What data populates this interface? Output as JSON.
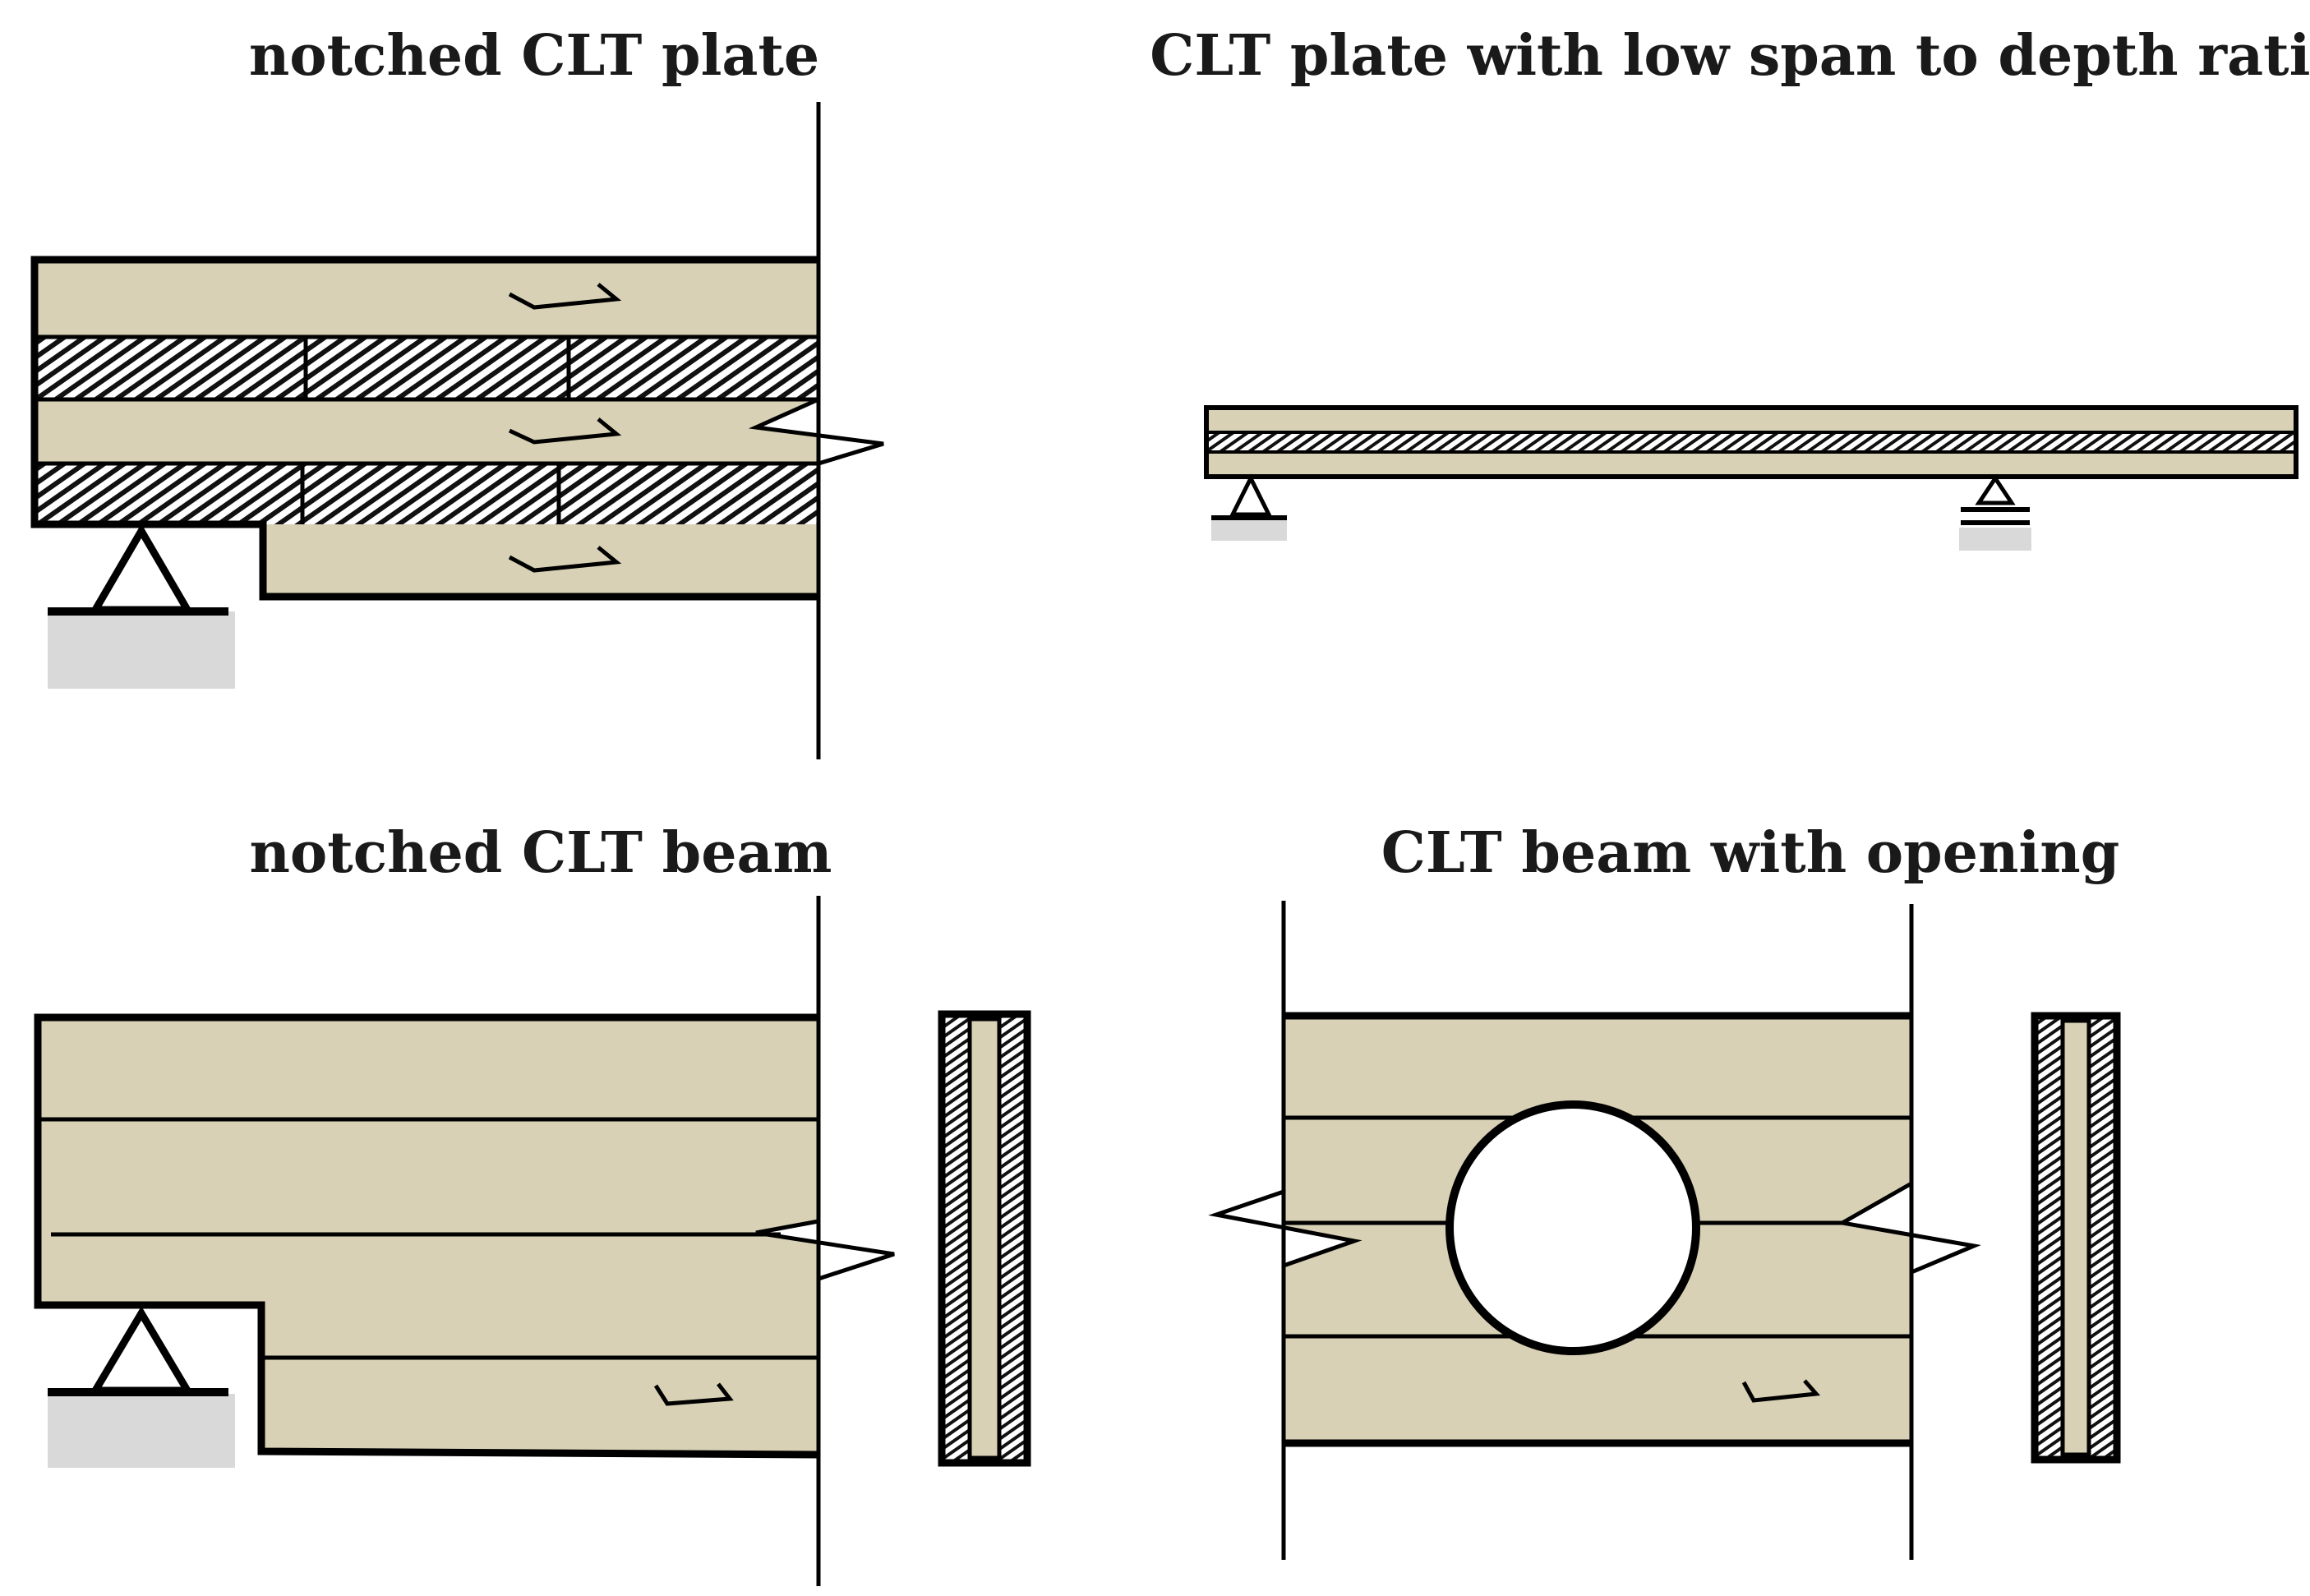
{
  "panels": [
    {
      "id": "notched-clt-plate",
      "title": "notched CLT plate"
    },
    {
      "id": "clt-plate-low-span",
      "title": "CLT plate with low span to depth ratio"
    },
    {
      "id": "notched-clt-beam",
      "title": "notched CLT beam"
    },
    {
      "id": "clt-beam-opening",
      "title": "CLT beam with opening"
    }
  ],
  "colors": {
    "timber": "#d8d1b5",
    "support_base": "#d9d9d9",
    "line": "#000000",
    "opening": "#ffffff"
  },
  "icons": [
    "pinned-support-icon",
    "roller-support-icon",
    "shear-arrows-icon",
    "crack-icon",
    "hatched-cross-layer"
  ]
}
